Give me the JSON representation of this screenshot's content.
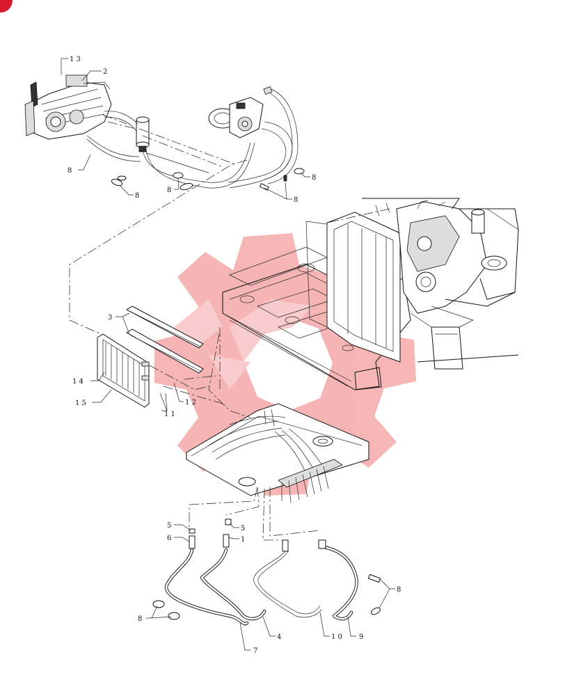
{
  "diagram": {
    "labels": [
      {
        "id": "13",
        "text": "1 3"
      },
      {
        "id": "2",
        "text": "2"
      },
      {
        "id": "8a",
        "text": "8"
      },
      {
        "id": "8b",
        "text": "8"
      },
      {
        "id": "8c",
        "text": "8"
      },
      {
        "id": "8d",
        "text": "8"
      },
      {
        "id": "8e",
        "text": "8"
      },
      {
        "id": "3",
        "text": "3"
      },
      {
        "id": "14",
        "text": "1 4"
      },
      {
        "id": "15",
        "text": "1 5"
      },
      {
        "id": "11",
        "text": "1 1"
      },
      {
        "id": "12",
        "text": "1 2"
      },
      {
        "id": "5a",
        "text": "5"
      },
      {
        "id": "6",
        "text": "6"
      },
      {
        "id": "5b",
        "text": "5"
      },
      {
        "id": "1",
        "text": "1"
      },
      {
        "id": "8f",
        "text": "8"
      },
      {
        "id": "8g",
        "text": "8"
      },
      {
        "id": "7",
        "text": "7"
      },
      {
        "id": "4",
        "text": "4"
      },
      {
        "id": "10",
        "text": "1 0"
      },
      {
        "id": "9",
        "text": "9"
      }
    ]
  },
  "colors": {
    "line": "#111111",
    "watermark": "#f07a7a",
    "corner_badge": "#d8192e"
  }
}
